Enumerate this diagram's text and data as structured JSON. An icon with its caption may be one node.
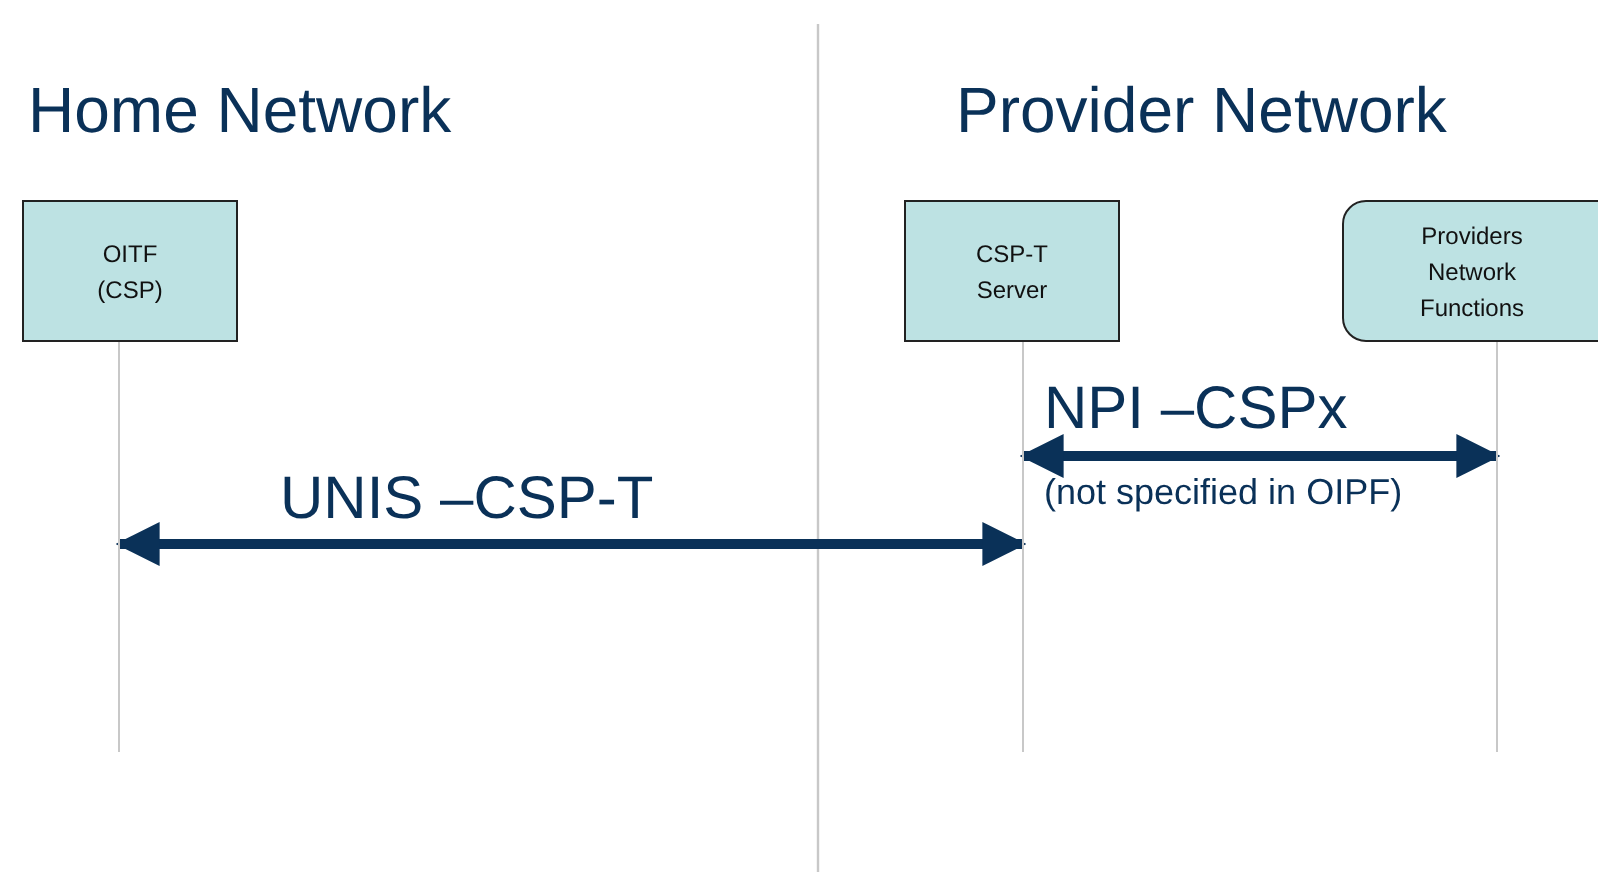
{
  "diagram": {
    "nodes": [
      {
        "text": [
          "OITF (CSP)"
        ]
      },
      {
        "text": [
          "CSP-T Server"
        ]
      },
      {
        "text": [
          "Providers Network Functions"
        ]
      },
      {
        "text": [],
        "shape": "line"
      },
      {
        "text": [],
        "shape": "line"
      },
      {
        "text": [],
        "shape": "line"
      }
    ],
    "edges": [
      {
        "from": 3,
        "to": 4,
        "arrow": "both",
        "label": "UNIS –CSP-T"
      },
      {
        "from": 4,
        "to": 5,
        "arrow": "both",
        "label": "NPI –CSPx"
      }
    ],
    "labels": [
      "Home Network",
      "Provider Network",
      "(not specified in OIPF)"
    ]
  }
}
